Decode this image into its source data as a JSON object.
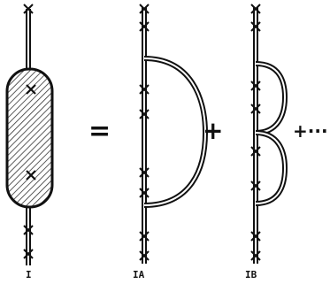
{
  "diagrams": [
    {
      "label": "I"
    },
    {
      "label": "IA"
    },
    {
      "label": "IB"
    }
  ],
  "operators": {
    "equals": "=",
    "plus": "+",
    "plus_ellipsis": "+···"
  },
  "colors": {
    "ink": "#111111",
    "paper": "#ffffff"
  }
}
